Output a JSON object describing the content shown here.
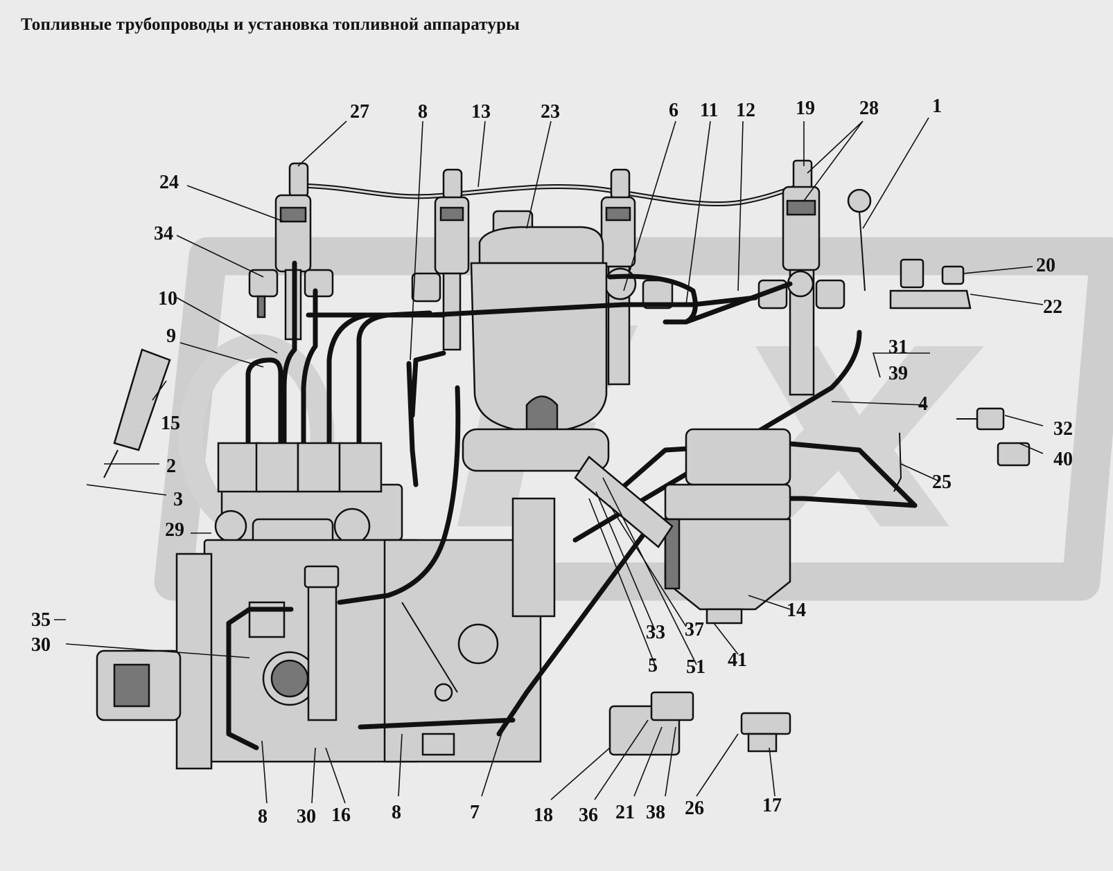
{
  "title": "Топливные трубопроводы и установка топливной аппаратуры",
  "callouts": {
    "c27": "27",
    "c8a": "8",
    "c13": "13",
    "c23": "23",
    "c6": "6",
    "c11": "11",
    "c12": "12",
    "c19": "19",
    "c28": "28",
    "c1": "1",
    "c24": "24",
    "c34": "34",
    "c10": "10",
    "c9": "9",
    "c15": "15",
    "c2": "2",
    "c3": "3",
    "c29": "29",
    "c20": "20",
    "c22": "22",
    "c31": "31",
    "c39": "39",
    "c4": "4",
    "c32": "32",
    "c40": "40",
    "c25": "25",
    "c14": "14",
    "c35": "35",
    "c30a": "30",
    "c33": "33",
    "c37": "37",
    "c5": "5",
    "c51": "51",
    "c41": "41",
    "c8b": "8",
    "c30b": "30",
    "c16": "16",
    "c8c": "8",
    "c7": "7",
    "c18": "18",
    "c36": "36",
    "c21": "21",
    "c38": "38",
    "c26": "26",
    "c17": "17"
  },
  "watermark_color": "#c9c9c9",
  "line_color": "#111111"
}
